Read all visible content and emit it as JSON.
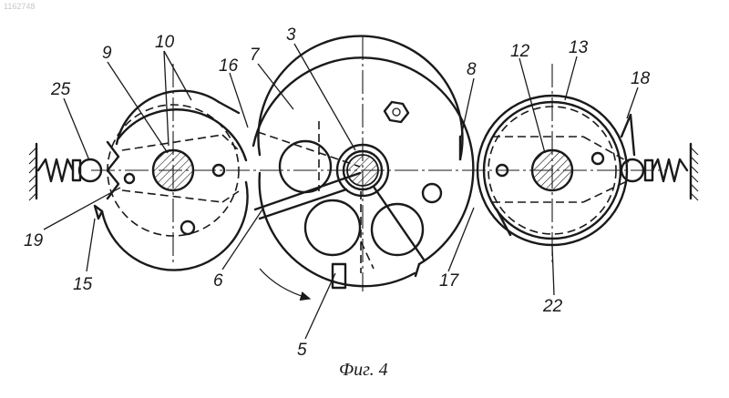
{
  "watermark": "1162748",
  "caption": "Фиг. 4",
  "labels": {
    "l3": "3",
    "l5": "5",
    "l6": "6",
    "l7": "7",
    "l8": "8",
    "l9": "9",
    "l10": "10",
    "l12": "12",
    "l13": "13",
    "l15": "15",
    "l16": "16",
    "l17": "17",
    "l18": "18",
    "l19": "19",
    "l22": "22",
    "l25": "25"
  }
}
